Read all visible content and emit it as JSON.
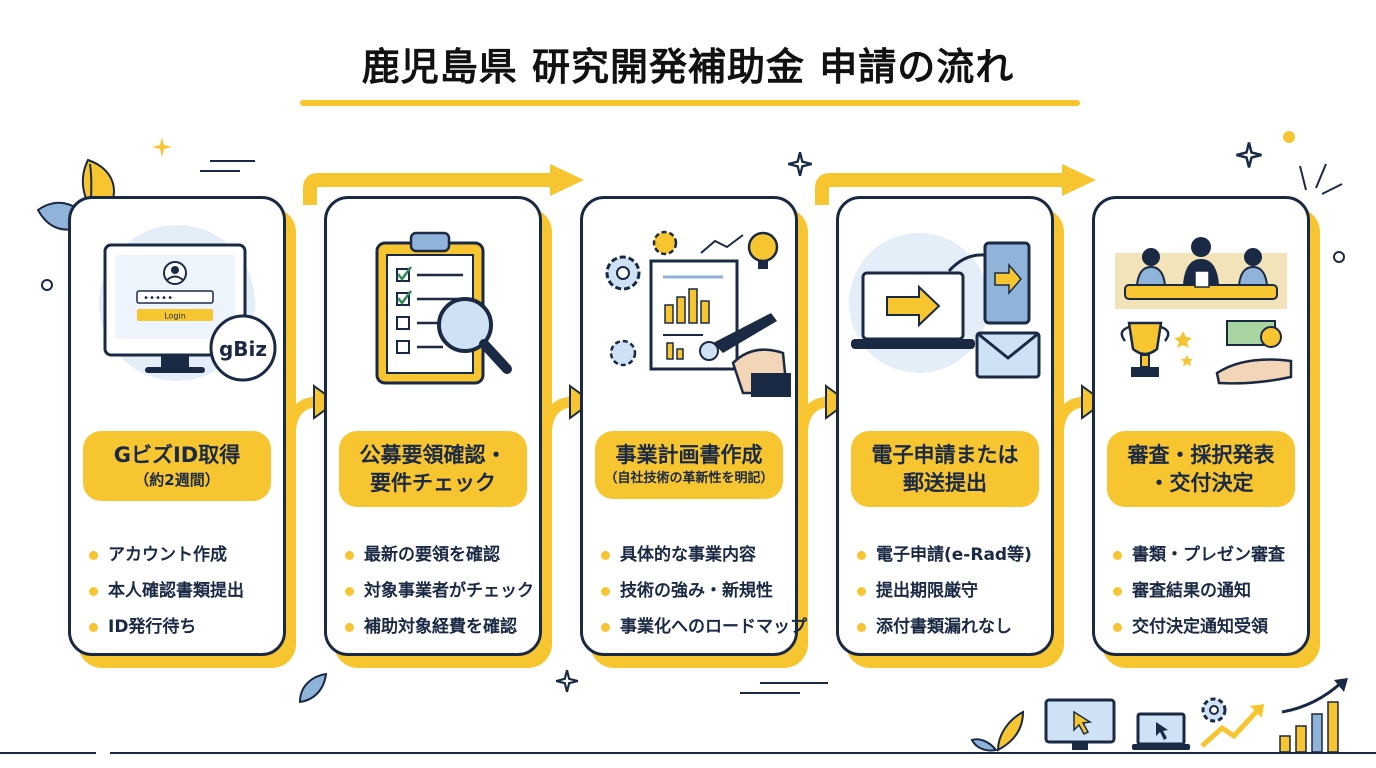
{
  "title": "鹿児島県 研究開発補助金 申請の流れ",
  "steps": [
    {
      "title": "GビズID取得",
      "subtitle": "（約2週間）",
      "illustration_text": {
        "button": "Login",
        "password": "•••••",
        "logo": "gBiz"
      },
      "illustration_icon": "computer-login-icon",
      "items": [
        "アカウント作成",
        "本人確認書類提出",
        "ID発行待ち"
      ]
    },
    {
      "title": "公募要領確認・",
      "subtitle": "要件チェック",
      "illustration_icon": "clipboard-magnifier-icon",
      "items": [
        "最新の要領を確認",
        "対象事業者がチェック",
        "補助対象経費を確認"
      ]
    },
    {
      "title": "事業計画書作成",
      "subtitle": "（自社技術の革新性を明記）",
      "illustration_icon": "business-plan-icon",
      "items": [
        "具体的な事業内容",
        "技術の強み・新規性",
        "事業化へのロードマップ"
      ]
    },
    {
      "title": "電子申請または",
      "subtitle": "郵送提出",
      "illustration_icon": "laptop-mail-icon",
      "items": [
        "電子申請(e-Rad等)",
        "提出期限厳守",
        "添付書類漏れなし"
      ]
    },
    {
      "title": "審査・採択発表",
      "subtitle": "・交付決定",
      "illustration_icon": "meeting-trophy-icon",
      "items": [
        "書類・プレゼン審査",
        "審査結果の通知",
        "交付決定通知受領"
      ]
    }
  ],
  "colors": {
    "accent": "#f7c530",
    "navy": "#1b2a44",
    "light_blue": "#e4eef8"
  }
}
